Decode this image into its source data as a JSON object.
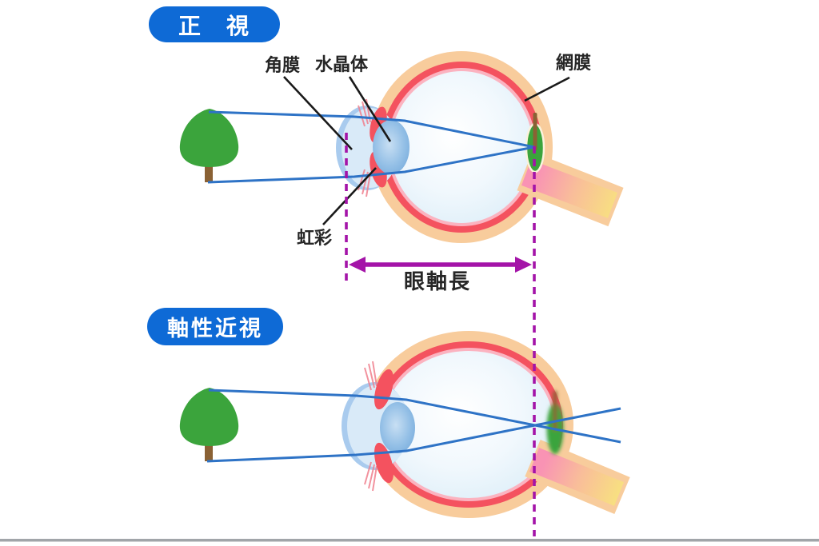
{
  "badges": {
    "top": "正　視",
    "bottom": "軸性近視"
  },
  "labels": {
    "cornea": "角膜",
    "lens": "水晶体",
    "retina": "網膜",
    "iris": "虹彩",
    "axial_length": "眼軸長"
  },
  "colors": {
    "badge_blue": "#0E6AD6",
    "ray_blue": "#2E73C6",
    "measure_purple": "#A414A8",
    "sclera_peach": "#F8CC9C",
    "choroid_red": "#F4525F",
    "inner_pink": "#FBB3C0",
    "vitreous_blue": "#DDEEF8",
    "cornea_blue": "#D9EAF8",
    "cornea_rim": "#A9CBEE",
    "lens_blue": "#6FA6D9",
    "tree_green": "#3BA43C",
    "trunk_brown": "#8A6134",
    "retina_image_outline": "#FBF2DC",
    "nerve_pink": "#F993B4",
    "nerve_yellow": "#F8E37E",
    "fiber_pink": "#F0808E",
    "label_text": "#262626",
    "divider_gray": "#A1A5A9",
    "bg": "#FFFFFF"
  }
}
